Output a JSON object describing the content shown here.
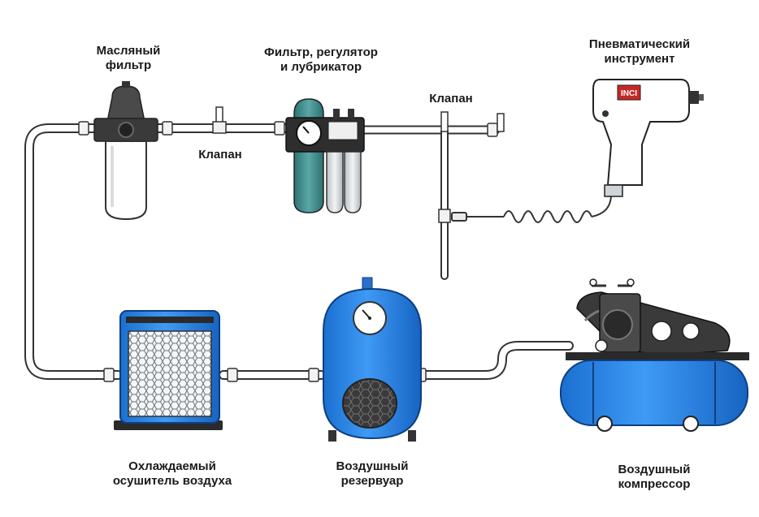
{
  "labels": {
    "oil_filter": [
      "Масляный",
      "фильтр"
    ],
    "frl": [
      "Фильтр, регулятор",
      "и лубрикатор"
    ],
    "valve_top": "Клапан",
    "valve_left": "Клапан",
    "pneumatic_tool": [
      "Пневматический",
      "инструмент"
    ],
    "tool_brand": "INCI",
    "air_dryer": [
      "Охлаждаемый",
      "осушитель воздуха"
    ],
    "air_receiver": [
      "Воздушный",
      "резервуар"
    ],
    "air_compressor": [
      "Воздушный",
      "компрессор"
    ]
  },
  "colors": {
    "blue": "#1e7fe0",
    "blue_dark": "#0d4f9e",
    "teal": "#3f8f8f",
    "pipe": "#ffffff",
    "outline": "#222222",
    "dark": "#3a3a3a",
    "grey": "#9aa3a8"
  },
  "icons": [
    "pipe-line",
    "oil-filter-icon",
    "frl-unit-icon",
    "valve-icon",
    "impact-wrench-icon",
    "coil-hose-icon",
    "air-dryer-icon",
    "air-receiver-icon",
    "pressure-gauge-icon",
    "air-compressor-icon"
  ]
}
